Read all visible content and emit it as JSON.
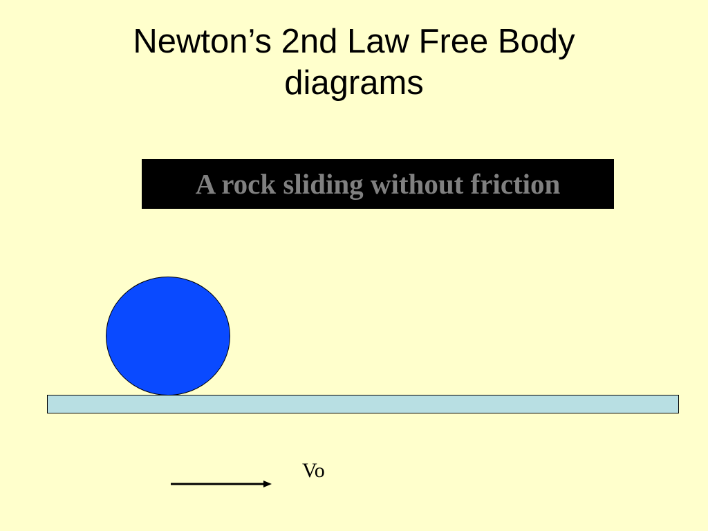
{
  "slide": {
    "title_line1": "Newton’s 2nd Law Free Body",
    "title_line2": "diagrams",
    "caption": "A rock sliding without friction",
    "velocity_label": "Vo"
  },
  "colors": {
    "background": "#FFFFCC",
    "rock": "#0A4AFF",
    "ground": "#B8DFE3",
    "caption_box": "#000000",
    "caption_text": "#808080"
  }
}
